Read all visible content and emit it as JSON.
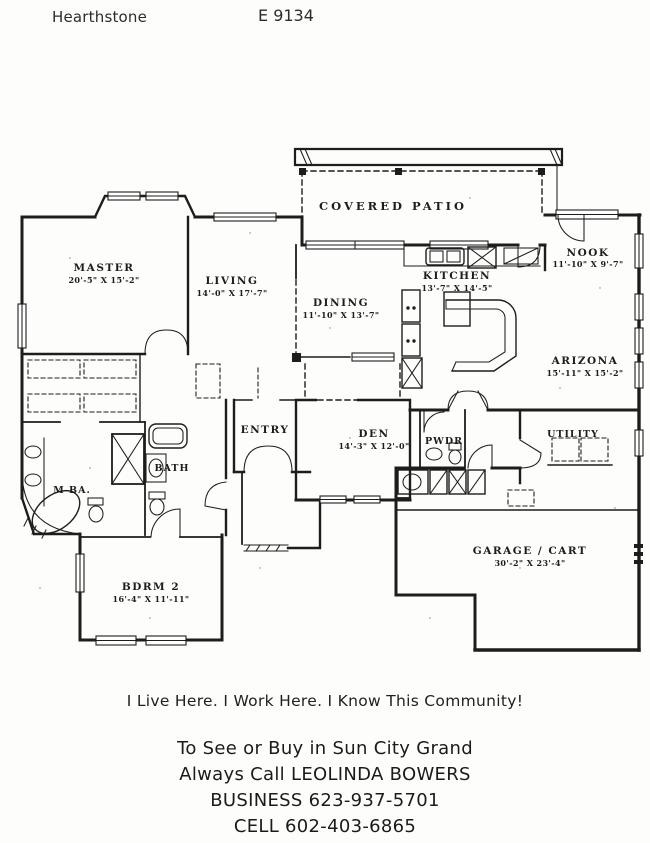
{
  "header": {
    "community": "Hearthstone",
    "model_code": "E 9134"
  },
  "floor_plan": {
    "rooms": {
      "covered_patio": {
        "name": "COVERED  PATIO"
      },
      "master": {
        "name": "MASTER",
        "dims": "20'-5\" X 15'-2\""
      },
      "living": {
        "name": "LIVING",
        "dims": "14'-0\" X 17'-7\""
      },
      "dining": {
        "name": "DINING",
        "dims": "11'-10\" X 13'-7\""
      },
      "kitchen": {
        "name": "KITCHEN",
        "dims": "13'-7\" X 14'-5\""
      },
      "nook": {
        "name": "NOOK",
        "dims": "11'-10\" X 9'-7\""
      },
      "arizona": {
        "name": "ARIZONA",
        "dims": "15'-11\" X 15'-2\""
      },
      "entry": {
        "name": "ENTRY"
      },
      "den": {
        "name": "DEN",
        "dims": "14'-3\" X 12'-0\""
      },
      "pwdr": {
        "name": "PWDR"
      },
      "utility": {
        "name": "UTILITY"
      },
      "bath": {
        "name": "BATH"
      },
      "master_bath": {
        "name": "M BA."
      },
      "bdrm2": {
        "name": "BDRM 2",
        "dims": "16'-4\" X 11'-11\""
      },
      "garage": {
        "name": "GARAGE / CART",
        "dims": "30'-2\" X 23'-4\""
      }
    }
  },
  "footer": {
    "tagline": "I Live Here.  I Work Here. I Know This Community!",
    "contact": {
      "line1": "To See or Buy in Sun City Grand",
      "line2": "Always Call LEOLINDA BOWERS",
      "line3": "BUSINESS 623-937-5701",
      "line4": "CELL 602-403-6865"
    }
  }
}
